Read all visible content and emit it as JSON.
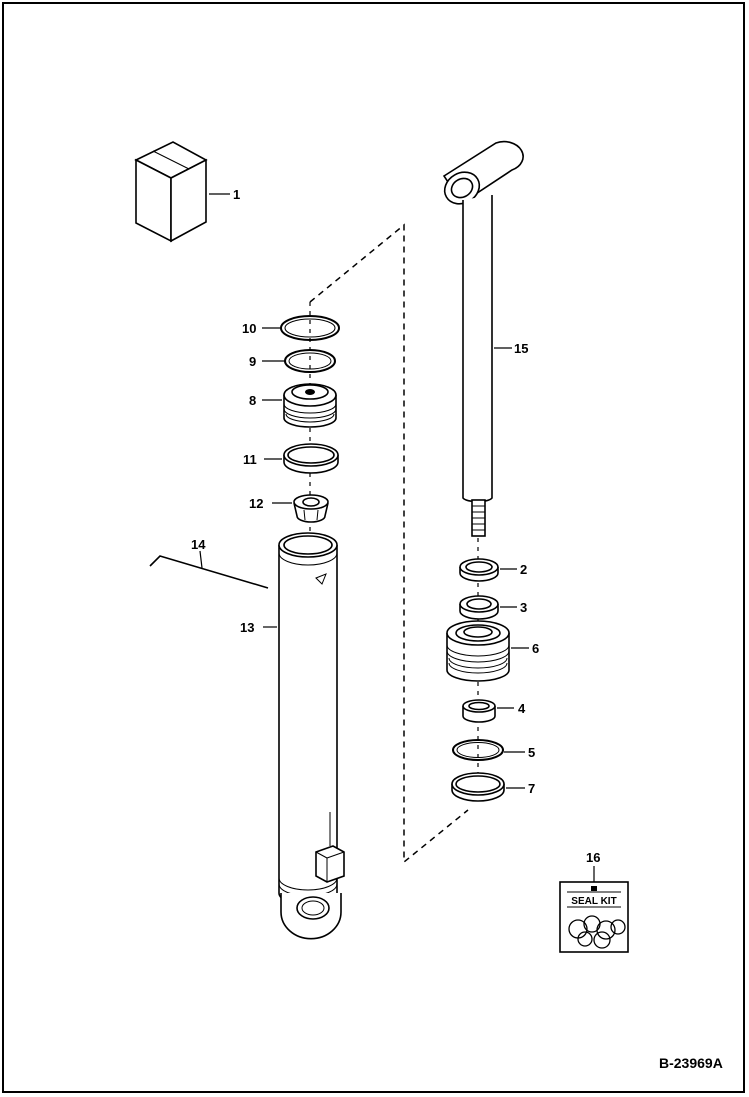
{
  "drawing": {
    "reference": "B-23969A",
    "callouts": [
      {
        "id": "c1",
        "label": "1"
      },
      {
        "id": "c2",
        "label": "2"
      },
      {
        "id": "c3",
        "label": "3"
      },
      {
        "id": "c4",
        "label": "4"
      },
      {
        "id": "c5",
        "label": "5"
      },
      {
        "id": "c6",
        "label": "6"
      },
      {
        "id": "c7",
        "label": "7"
      },
      {
        "id": "c8",
        "label": "8"
      },
      {
        "id": "c9",
        "label": "9"
      },
      {
        "id": "c10",
        "label": "10"
      },
      {
        "id": "c11",
        "label": "11"
      },
      {
        "id": "c12",
        "label": "12"
      },
      {
        "id": "c13",
        "label": "13"
      },
      {
        "id": "c14",
        "label": "14"
      },
      {
        "id": "c15",
        "label": "15"
      },
      {
        "id": "c16",
        "label": "16"
      }
    ],
    "seal_kit": {
      "label": "SEAL KIT"
    }
  }
}
